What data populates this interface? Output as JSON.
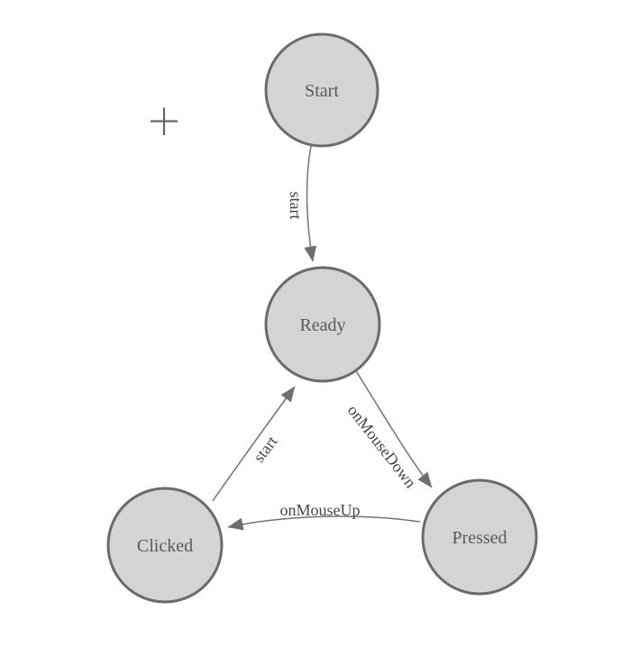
{
  "diagram": {
    "background_color": "#ffffff",
    "node_fill_color": "#d4d4d4",
    "node_stroke_color": "#6b6b6b",
    "edge_color": "#737373",
    "arrowhead_color": "#6e6e6e",
    "node_label_color": "#5a5a5c",
    "edge_label_color": "#45474d",
    "crosshair_color": "#666666",
    "nodes": [
      {
        "id": "start",
        "label": "Start"
      },
      {
        "id": "ready",
        "label": "Ready"
      },
      {
        "id": "clicked",
        "label": "Clicked"
      },
      {
        "id": "pressed",
        "label": "Pressed"
      }
    ],
    "edges": [
      {
        "from": "start",
        "to": "ready",
        "label": "start"
      },
      {
        "from": "ready",
        "to": "pressed",
        "label": "onMouseDown"
      },
      {
        "from": "pressed",
        "to": "clicked",
        "label": "onMouseUp"
      },
      {
        "from": "clicked",
        "to": "ready",
        "label": "start"
      }
    ]
  }
}
